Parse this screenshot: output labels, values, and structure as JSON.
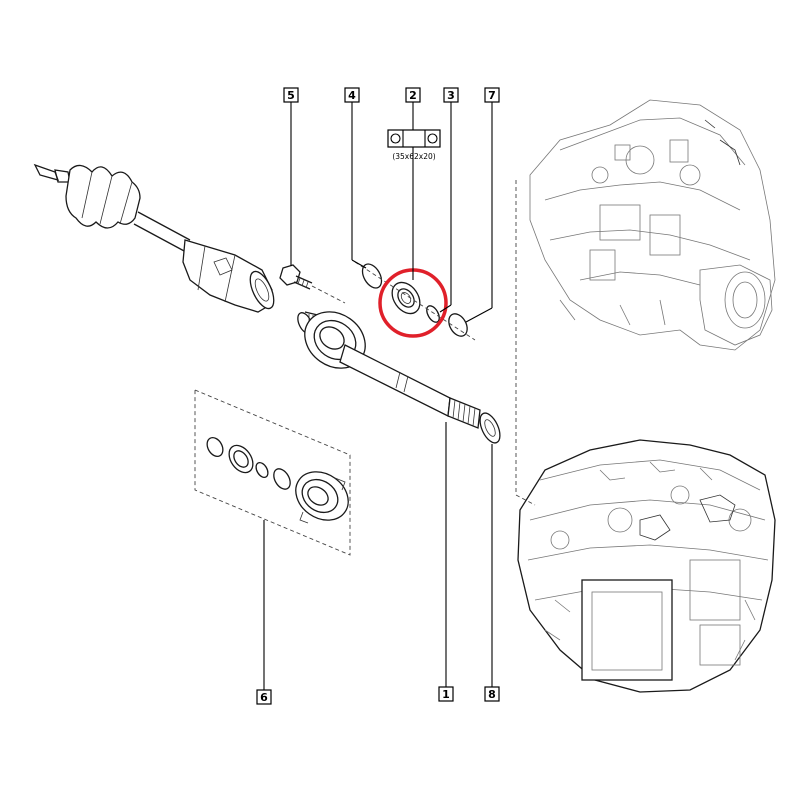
{
  "callouts": {
    "c1": "1",
    "c2": "2",
    "c3": "3",
    "c4": "4",
    "c5": "5",
    "c6": "6",
    "c7": "7",
    "c8": "8"
  },
  "bearing_spec": "(35x62x20)",
  "highlight_color": "#e0202a"
}
